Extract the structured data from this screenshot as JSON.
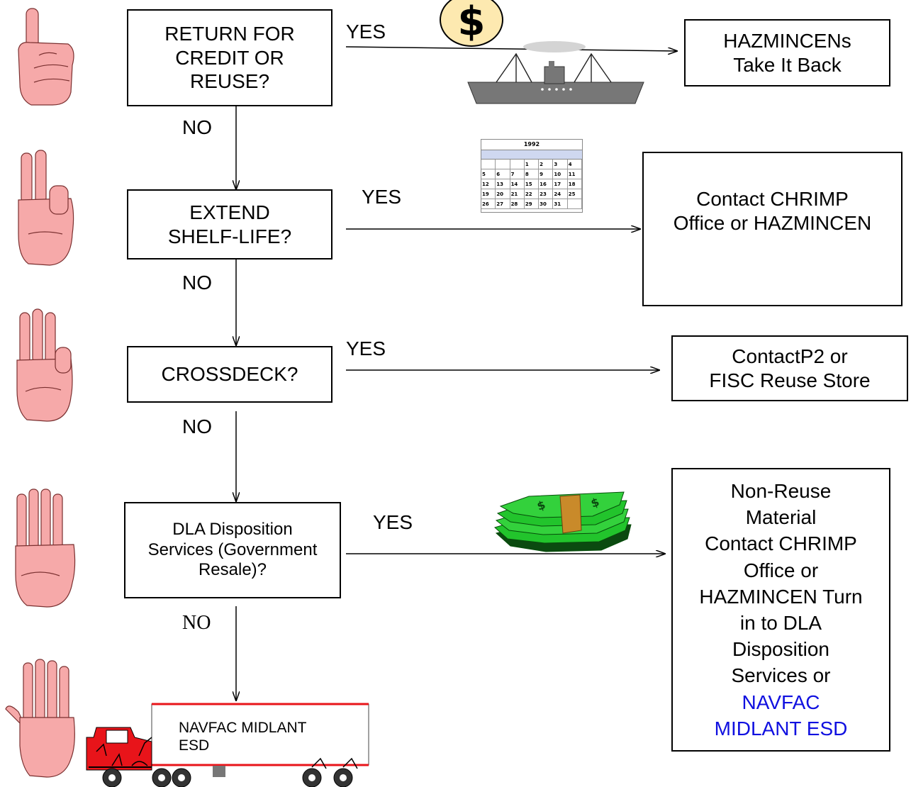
{
  "decisions": {
    "d1": "RETURN FOR\nCREDIT OR\nREUSE?",
    "d2": "EXTEND\nSHELF-LIFE?",
    "d3": "CROSSDECK?",
    "d4": "DLA Disposition\nServices (Government\nResale)?"
  },
  "outcomes": {
    "o1": "HAZMINCENs\nTake It Back",
    "o2": "Contact CHRIMP\nOffice or HAZMINCEN",
    "o3": "ContactP2 or\nFISC Reuse Store",
    "o4_black": "Non-Reuse\nMaterial\nContact CHRIMP\nOffice or\nHAZMINCEN Turn\nin to DLA\nDisposition\nServices or",
    "o4_blue": "NAVFAC\nMIDLANT ESD",
    "o4_blue_color": "#1010e0"
  },
  "edge_labels": {
    "yes": "YES",
    "no": "NO"
  },
  "truck_label": "NAVFAC MIDLANT\nESD",
  "dollar_symbol": "$",
  "calendar": {
    "year": "1992",
    "rows": [
      [
        "",
        "",
        "",
        "1",
        "2",
        "3",
        "4"
      ],
      [
        "5",
        "6",
        "7",
        "8",
        "9",
        "10",
        "11"
      ],
      [
        "12",
        "13",
        "14",
        "15",
        "16",
        "17",
        "18"
      ],
      [
        "19",
        "20",
        "21",
        "22",
        "23",
        "24",
        "25"
      ],
      [
        "26",
        "27",
        "28",
        "29",
        "30",
        "31",
        ""
      ]
    ]
  },
  "icons": {
    "step1": "one-finger-hand-icon",
    "step2": "two-finger-hand-icon",
    "step3": "three-finger-hand-icon",
    "step4": "four-finger-hand-icon",
    "step5": "open-hand-icon",
    "ship": "ship-icon",
    "coin": "dollar-coin-icon",
    "calendar": "calendar-icon",
    "money": "money-stack-icon",
    "truck": "truck-icon"
  },
  "colors": {
    "hand": "#f6a9a9",
    "truck_cab": "#e8141a",
    "coin": "#fde9b0",
    "ship": "#777777",
    "money": "#22c42c"
  }
}
